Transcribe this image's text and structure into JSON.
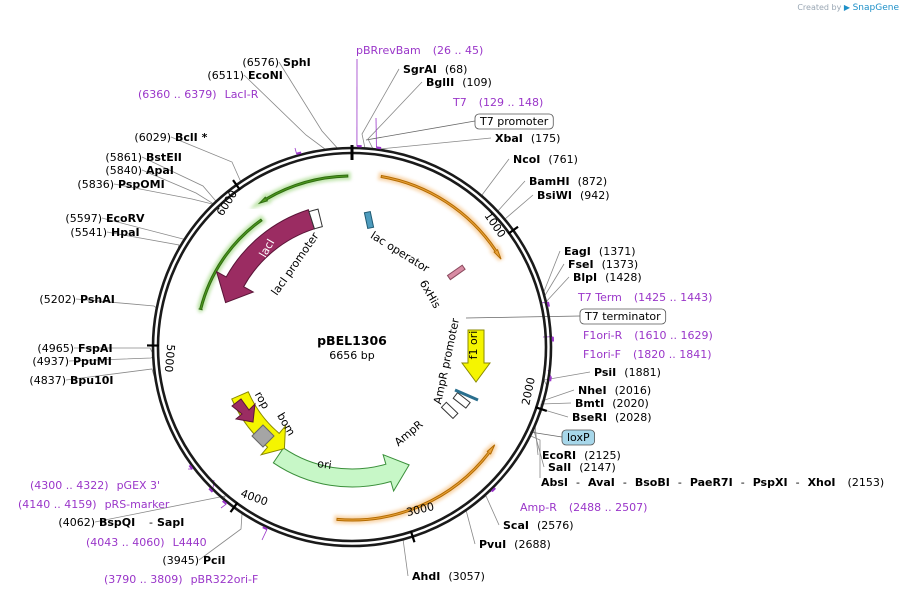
{
  "credit": {
    "prefix": "Created by",
    "brand": "SnapGene"
  },
  "plasmid": {
    "name": "pBEL1306",
    "size_label": "6656 bp",
    "length": 6656
  },
  "ticks": [
    "1000",
    "2000",
    "3000",
    "4000",
    "5000",
    "6000"
  ],
  "features": [
    {
      "id": "lacI",
      "label": "lacI",
      "inner": true
    },
    {
      "id": "lacI-promoter",
      "label": "lacI promoter"
    },
    {
      "id": "lac-operator",
      "label": "lac operator"
    },
    {
      "id": "6xHis",
      "label": "6xHis"
    },
    {
      "id": "AmpR-promoter",
      "label": "AmpR promoter"
    },
    {
      "id": "f1-ori",
      "label": "f1 ori",
      "inner": true
    },
    {
      "id": "AmpR",
      "label": "AmpR"
    },
    {
      "id": "ori",
      "label": "ori",
      "inner": true
    },
    {
      "id": "rop",
      "label": "rop"
    },
    {
      "id": "bom",
      "label": "bom"
    }
  ],
  "sites": [
    {
      "name": "SphI",
      "pos": "(6576)"
    },
    {
      "name": "EcoNI",
      "pos": "(6511)"
    },
    {
      "name": "BclI *",
      "pos": "(6029)"
    },
    {
      "name": "BstEII",
      "pos": "(5861)"
    },
    {
      "name": "ApaI",
      "pos": "(5840)"
    },
    {
      "name": "PspOMI",
      "pos": "(5836)"
    },
    {
      "name": "EcoRV",
      "pos": "(5597)"
    },
    {
      "name": "HpaI",
      "pos": "(5541)"
    },
    {
      "name": "PshAI",
      "pos": "(5202)"
    },
    {
      "name": "FspAI",
      "pos": "(4965)"
    },
    {
      "name": "PpuMI",
      "pos": "(4937)"
    },
    {
      "name": "Bpu10I",
      "pos": "(4837)"
    },
    {
      "name": "BspQI",
      "pos": "(4062)",
      "extra": "SapI"
    },
    {
      "name": "PciI",
      "pos": "(3945)"
    },
    {
      "name": "AhdI",
      "pos": "(3057)"
    },
    {
      "name": "PvuI",
      "pos": "(2688)"
    },
    {
      "name": "ScaI",
      "pos": "(2576)"
    },
    {
      "name": "SalI",
      "pos": "(2147)"
    },
    {
      "name": "EcoRI",
      "pos": "(2125)"
    },
    {
      "name": "BseRI",
      "pos": "(2028)"
    },
    {
      "name": "BmtI",
      "pos": "(2020)"
    },
    {
      "name": "NheI",
      "pos": "(2016)"
    },
    {
      "name": "PsiI",
      "pos": "(1881)"
    },
    {
      "name": "BlpI",
      "pos": "(1428)"
    },
    {
      "name": "FseI",
      "pos": "(1373)"
    },
    {
      "name": "EagI",
      "pos": "(1371)"
    },
    {
      "name": "BsiWI",
      "pos": "(942)"
    },
    {
      "name": "BamHI",
      "pos": "(872)"
    },
    {
      "name": "NcoI",
      "pos": "(761)"
    },
    {
      "name": "XbaI",
      "pos": "(175)"
    },
    {
      "name": "BglII",
      "pos": "(109)"
    },
    {
      "name": "SgrAI",
      "pos": "(68)"
    }
  ],
  "multi_site": {
    "names": [
      "AbsI",
      "AvaI",
      "BsoBI",
      "PaeR7I",
      "PspXI",
      "XhoI"
    ],
    "pos": "(2153)"
  },
  "primers": [
    {
      "name": "pBRrevBam",
      "range": "(26 .. 45)"
    },
    {
      "name": "T7",
      "range": "(129 .. 148)"
    },
    {
      "name": "T7 Term",
      "range": "(1425 .. 1443)"
    },
    {
      "name": "F1ori-R",
      "range": "(1610 .. 1629)"
    },
    {
      "name": "F1ori-F",
      "range": "(1820 .. 1841)"
    },
    {
      "name": "Amp-R",
      "range": "(2488 .. 2507)"
    },
    {
      "name": "pBR322ori-F",
      "range": "(3790 .. 3809)"
    },
    {
      "name": "L4440",
      "range": "(4043 .. 4060)"
    },
    {
      "name": "pRS-marker",
      "range": "(4140 .. 4159)"
    },
    {
      "name": "pGEX 3'",
      "range": "(4300 .. 4322)"
    },
    {
      "name": "LacI-R",
      "range": "(6360 .. 6379)"
    }
  ],
  "boxed": [
    {
      "name": "T7 promoter"
    },
    {
      "name": "T7 terminator"
    },
    {
      "name": "loxP"
    }
  ],
  "colors": {
    "backbone": "#1a1a1a",
    "primer": "#9a36c9",
    "lacI": "#9b2c62",
    "lacI_promoter": "#4f9a1f",
    "T7_region": "#e9a23b",
    "f1_ori": "#f5f500",
    "AmpR": "#c7f7c7",
    "ori": "#f5f500",
    "rop": "#9b2c62",
    "bom": "#a5a5a5",
    "loxP_fill": "#a7d7ea",
    "lac_operator": "#4d9bbd",
    "sixHis": "#d88ba3"
  }
}
